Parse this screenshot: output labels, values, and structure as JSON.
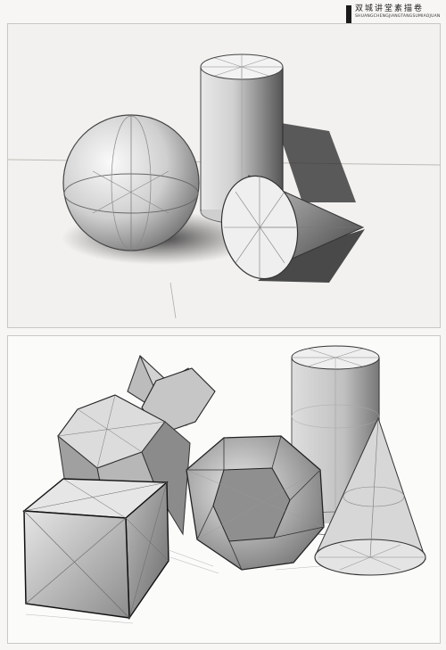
{
  "header": {
    "title": "双城讲堂素描卷",
    "subtitle": "SHUANGCHENGJIANGTANGSUMIAOJUAN"
  },
  "panels": [
    {
      "subject": "sphere-cylinder-cone"
    },
    {
      "subject": "prisms-cube-polyhedron-cylinder-cone"
    }
  ],
  "colors": {
    "paper": "#f2f1ef",
    "graphite": "#2a2a2a",
    "shadow": "#3a3a3a"
  }
}
